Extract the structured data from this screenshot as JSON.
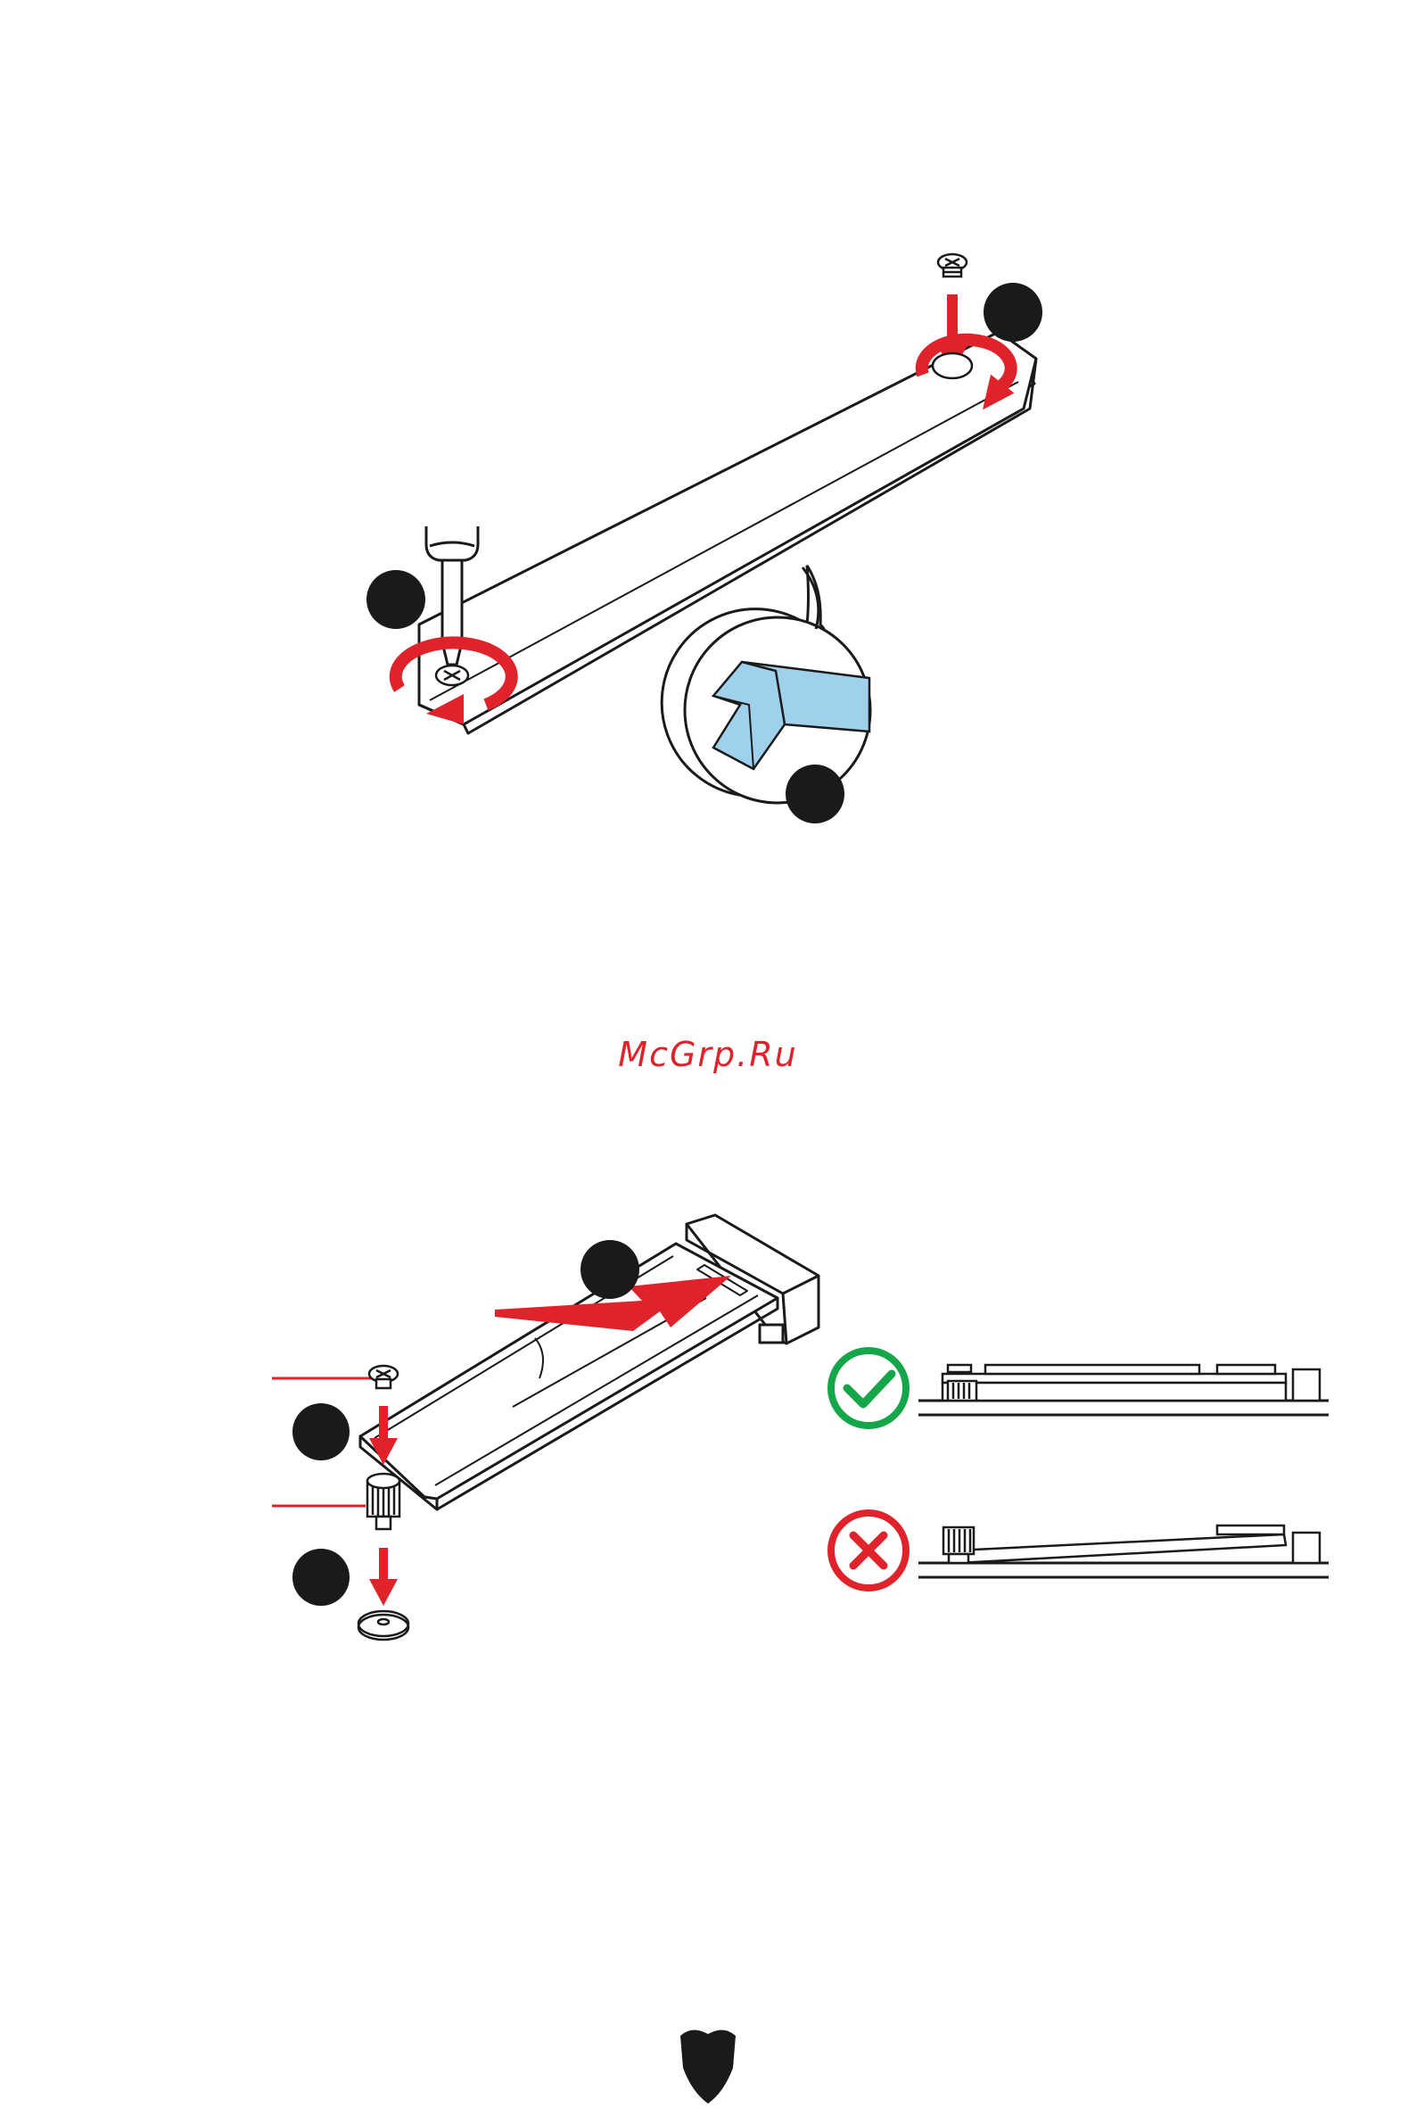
{
  "watermark": {
    "text": "McGrp.Ru"
  },
  "figure_top": {
    "step_markers": [
      "",
      "",
      ""
    ],
    "parts": [
      "m2-shield-plate",
      "screwdriver",
      "mounting-screw",
      "thermal-pad-film"
    ]
  },
  "figure_bottom": {
    "step_markers": [
      "",
      "",
      ""
    ],
    "parts": [
      "m2-ssd",
      "m2-slot",
      "screw",
      "standoff",
      "washer"
    ],
    "comparison": [
      {
        "state": "correct",
        "icon": "check-icon",
        "color": "#16a64a"
      },
      {
        "state": "incorrect",
        "icon": "cross-icon",
        "color": "#e0232b"
      }
    ]
  },
  "colors": {
    "accent_red": "#e0232b",
    "ok_green": "#16a64a",
    "pad_blue": "#9fd0ec",
    "line": "#1a1a1a"
  },
  "footer": {
    "logo": "msi-shield-logo"
  }
}
